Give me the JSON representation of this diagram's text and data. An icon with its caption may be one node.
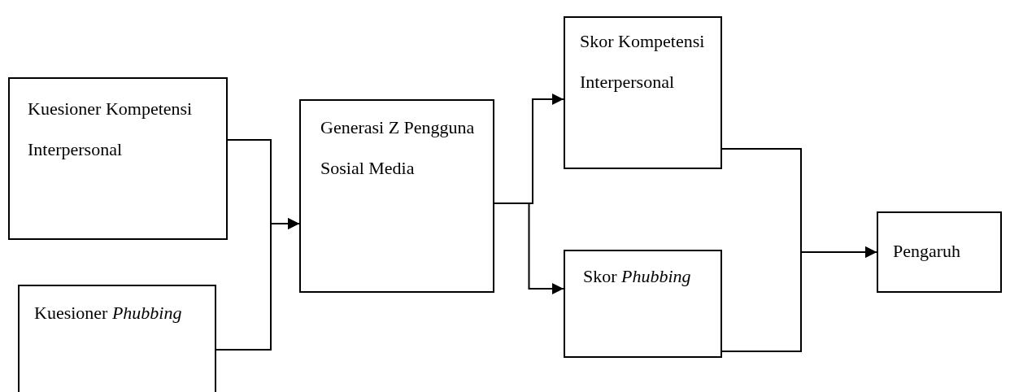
{
  "diagram": {
    "nodes": [
      {
        "text": [
          "Kuesioner Kompetensi Interpersonal"
        ]
      },
      {
        "text": [
          "Kuesioner *Phubbing*"
        ]
      },
      {
        "text": [
          "Generasi Z Pengguna Sosial Media"
        ]
      },
      {
        "text": [
          "Skor Kompetensi Interpersonal"
        ]
      },
      {
        "text": [
          "Skor *Phubbing*"
        ]
      },
      {
        "text": [
          "Pengaruh"
        ]
      }
    ],
    "edges": [
      {
        "from": 0,
        "to": 2,
        "arrow": "to"
      },
      {
        "from": 1,
        "to": 2,
        "arrow": "to"
      },
      {
        "from": 2,
        "to": 3,
        "arrow": "to"
      },
      {
        "from": 2,
        "to": 4,
        "arrow": "to"
      },
      {
        "from": 3,
        "to": 5,
        "arrow": "to"
      },
      {
        "from": 4,
        "to": 5,
        "arrow": "to"
      }
    ]
  }
}
